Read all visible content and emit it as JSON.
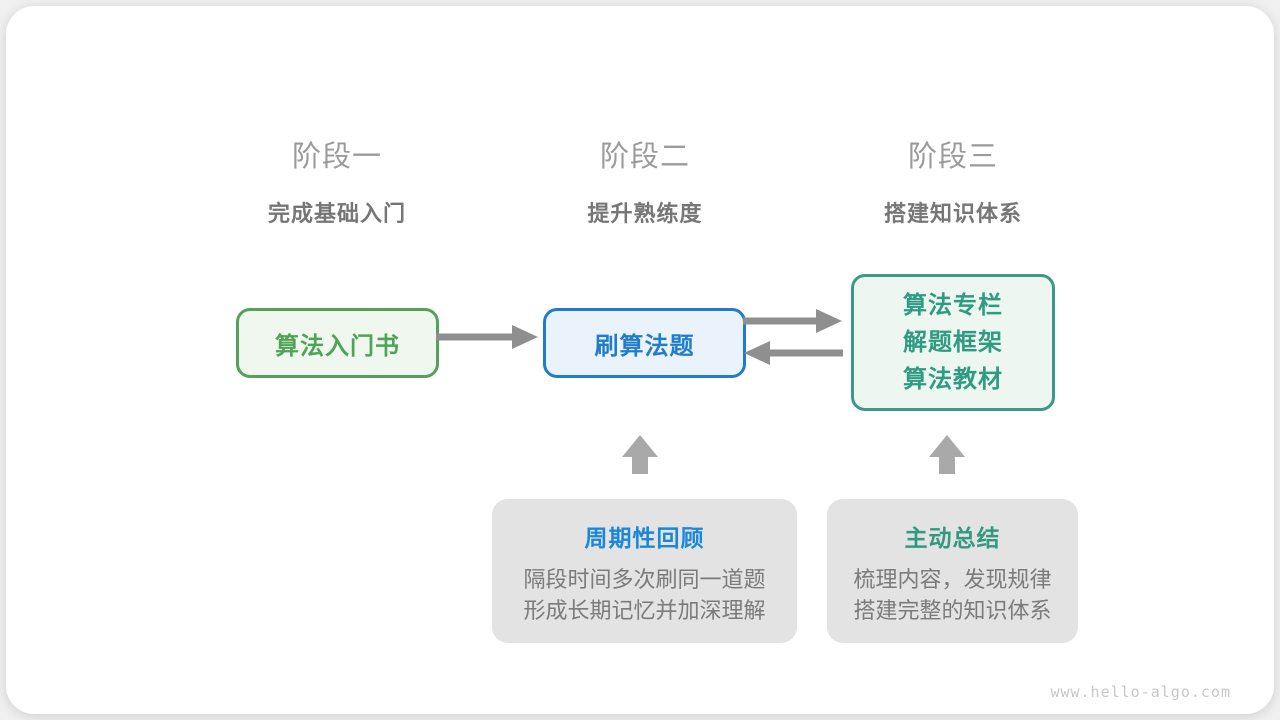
{
  "diagram": {
    "stages": [
      {
        "label": "阶段一",
        "subtitle": "完成基础入门"
      },
      {
        "label": "阶段二",
        "subtitle": "提升熟练度"
      },
      {
        "label": "阶段三",
        "subtitle": "搭建知识体系"
      }
    ],
    "nodes": {
      "beginner_book": {
        "label": "算法入门书"
      },
      "practice_problems": {
        "label": "刷算法题"
      },
      "resources": {
        "lines": [
          "算法专栏",
          "解题框架",
          "算法教材"
        ]
      }
    },
    "panels": [
      {
        "title": "周期性回顾",
        "lines": [
          "隔段时间多次刷同一道题",
          "形成长期记忆并加深理解"
        ]
      },
      {
        "title": "主动总结",
        "lines": [
          "梳理内容，发现规律",
          "搭建完整的知识体系"
        ]
      }
    ],
    "watermark": "www.hello-algo.com",
    "colors": {
      "stage_label": "#9b9b9b",
      "stage_subtitle": "#767676",
      "green_node_border": "#57a05b",
      "green_node_text": "#4fa357",
      "green_node_fill": "#f0f7ef",
      "blue_node_border": "#217dcb",
      "blue_node_fill": "#eaf3fb",
      "teal_node_border": "#399a85",
      "teal_node_fill": "#eef6f2",
      "panel_bg": "#e3e3e3",
      "panel_title_blue": "#1b87da",
      "panel_title_teal": "#31997f",
      "panel_text": "#7b7b7b",
      "flow_arrow": "#8f8f8f",
      "block_arrow": "#a9a9a9",
      "watermark": "#c7c7c7"
    }
  }
}
